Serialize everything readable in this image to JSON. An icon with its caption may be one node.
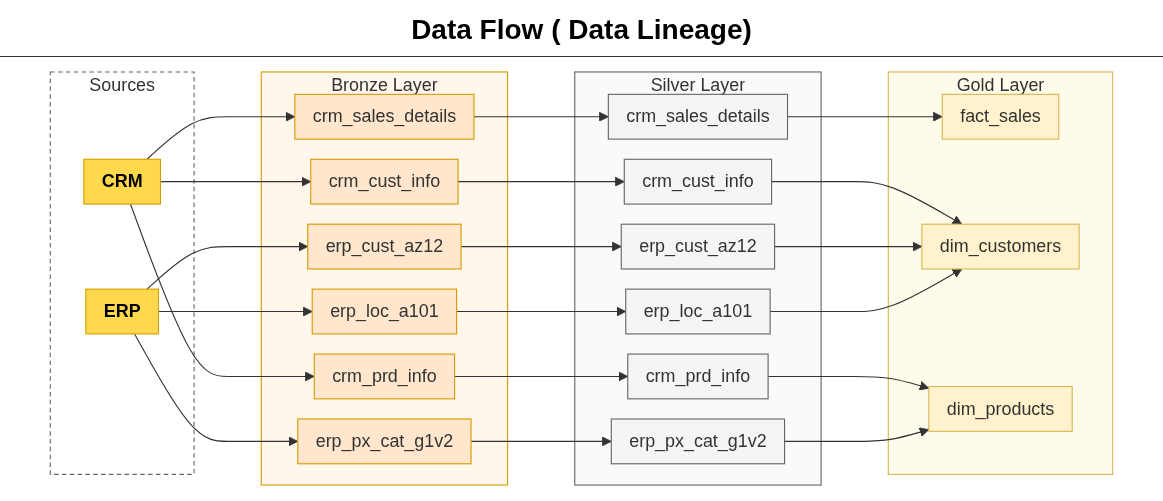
{
  "diagram": {
    "title": "Data Flow ( Data Lineage)",
    "nodes": [
      {
        "text": [
          "Sources"
        ]
      },
      {
        "text": [
          "CRM"
        ],
        "in": 0
      },
      {
        "text": [
          "ERP"
        ],
        "in": 0
      },
      {
        "text": [
          "Bronze Layer"
        ]
      },
      {
        "text": [
          "crm_sales_details"
        ],
        "in": 3
      },
      {
        "text": [
          "crm_cust_info"
        ],
        "in": 3
      },
      {
        "text": [
          "crm_prd_info"
        ],
        "in": 3
      },
      {
        "text": [
          "erp_cust_az12"
        ],
        "in": 3
      },
      {
        "text": [
          "erp_loc_a101"
        ],
        "in": 3
      },
      {
        "text": [
          "erp_px_cat_g1v2"
        ],
        "in": 3
      },
      {
        "text": [
          "Silver Layer"
        ]
      },
      {
        "text": [
          "crm_sales_details"
        ],
        "in": 10
      },
      {
        "text": [
          "crm_cust_info"
        ],
        "in": 10
      },
      {
        "text": [
          "crm_prd_info"
        ],
        "in": 10
      },
      {
        "text": [
          "erp_cust_az12"
        ],
        "in": 10
      },
      {
        "text": [
          "erp_loc_a101"
        ],
        "in": 10
      },
      {
        "text": [
          "erp_px_cat_g1v2"
        ],
        "in": 10
      },
      {
        "text": [
          "Gold Layer"
        ]
      },
      {
        "text": [
          "fact_sales"
        ],
        "in": 17
      },
      {
        "text": [
          "dim_customers"
        ],
        "in": 17
      },
      {
        "text": [
          "dim_products"
        ],
        "in": 17
      }
    ],
    "edges": [
      {
        "from": 1,
        "to": 4,
        "arrow": "to"
      },
      {
        "from": 1,
        "to": 5,
        "arrow": "to"
      },
      {
        "from": 1,
        "to": 6,
        "arrow": "to"
      },
      {
        "from": 2,
        "to": 7,
        "arrow": "to"
      },
      {
        "from": 2,
        "to": 8,
        "arrow": "to"
      },
      {
        "from": 2,
        "to": 9,
        "arrow": "to"
      },
      {
        "from": 4,
        "to": 11,
        "arrow": "to"
      },
      {
        "from": 5,
        "to": 12,
        "arrow": "to"
      },
      {
        "from": 6,
        "to": 13,
        "arrow": "to"
      },
      {
        "from": 7,
        "to": 14,
        "arrow": "to"
      },
      {
        "from": 8,
        "to": 15,
        "arrow": "to"
      },
      {
        "from": 9,
        "to": 16,
        "arrow": "to"
      },
      {
        "from": 11,
        "to": 18,
        "arrow": "to"
      },
      {
        "from": 12,
        "to": 19,
        "arrow": "to"
      },
      {
        "from": 13,
        "to": 20,
        "arrow": "to"
      },
      {
        "from": 14,
        "to": 19,
        "arrow": "to"
      },
      {
        "from": 15,
        "to": 19,
        "arrow": "to"
      },
      {
        "from": 16,
        "to": 20,
        "arrow": "to"
      }
    ]
  }
}
